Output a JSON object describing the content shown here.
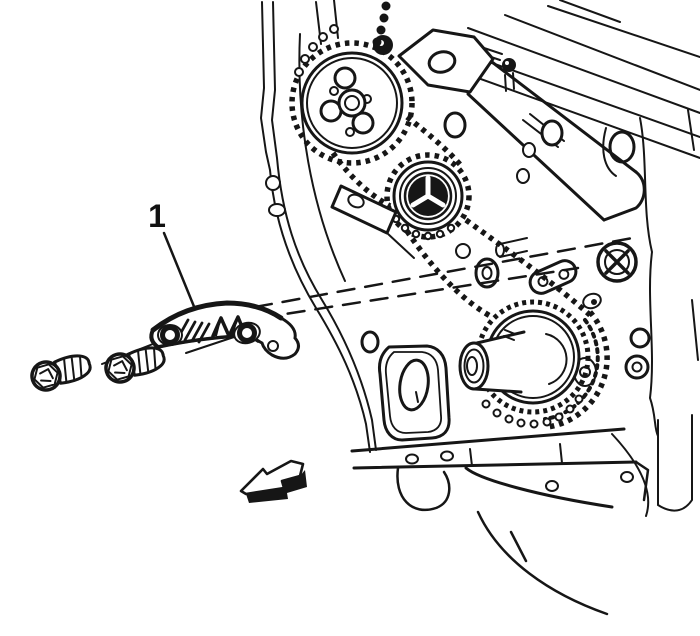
{
  "figure": {
    "kind": "engine-service-illustration",
    "background_color": "#ffffff",
    "line_color": "#161616",
    "callouts": [
      {
        "label": "1",
        "points_to": "timing-chain-guide"
      }
    ],
    "parts": [
      "timing-chain-guide",
      "guide-bolt-front",
      "guide-bolt-rear",
      "camshaft-sprocket",
      "idler-sprocket",
      "crankshaft-sprocket",
      "timing-chain",
      "engine-front-cover",
      "engine-block",
      "oil-pan-rail",
      "direction-arrow"
    ]
  }
}
